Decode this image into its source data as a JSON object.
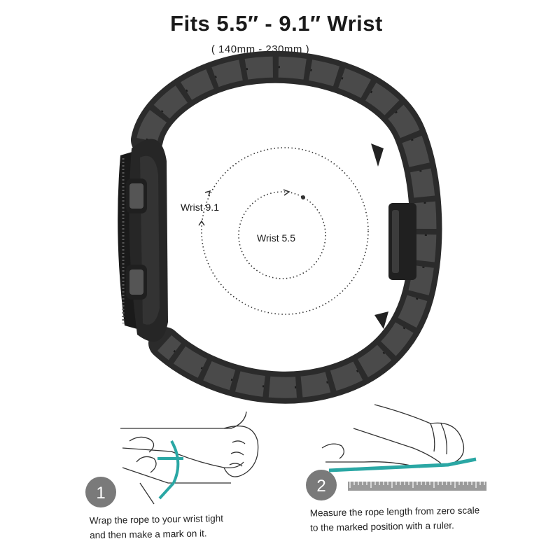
{
  "title": "Fits 5.5″ - 9.1″ Wrist",
  "subtitle": "( 140mm - 230mm )",
  "diagram": {
    "outer_label": "Wrist 9.1",
    "inner_label": "Wrist 5.5"
  },
  "steps": [
    {
      "number": "1",
      "text_line1": "Wrap the rope to your wrist tight",
      "text_line2": "and then make a mark on it."
    },
    {
      "number": "2",
      "text_line1": "Measure the rope length from zero scale",
      "text_line2": "to the marked position with a ruler."
    }
  ],
  "colors": {
    "band": "#2b2b2b",
    "band_highlight": "#4a4a4a",
    "rope": "#2aa7a4",
    "badge": "#7a7a7a",
    "ruler": "#9a9a9a"
  }
}
